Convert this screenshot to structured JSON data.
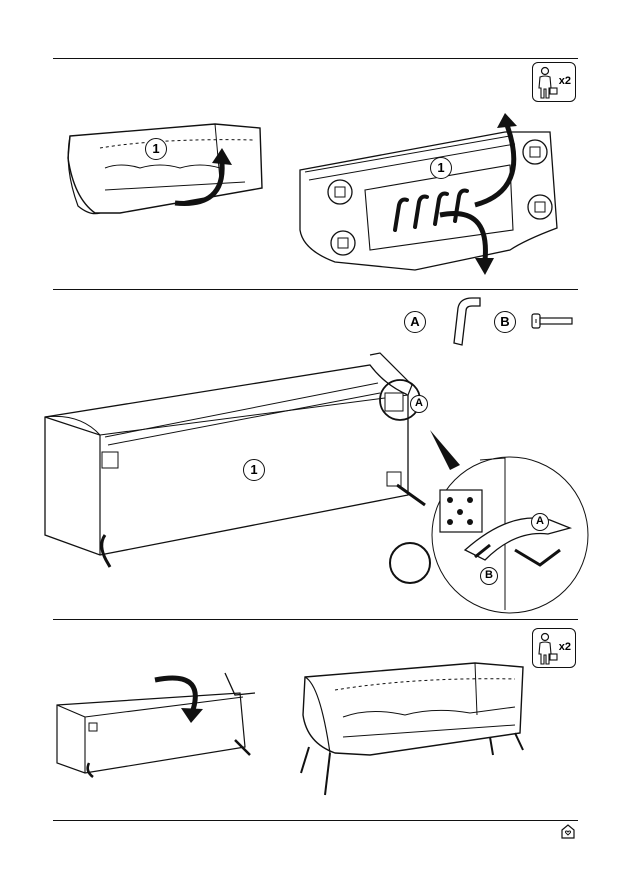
{
  "steps": [
    {
      "persons_count": "x2",
      "part_label": "1"
    },
    {
      "part_label": "1",
      "hardware": [
        {
          "letter": "A",
          "name": "hex key"
        },
        {
          "letter": "B",
          "name": "bolt"
        }
      ],
      "detail_labels": [
        "A",
        "B"
      ]
    },
    {
      "persons_count": "x2"
    }
  ],
  "icons": {
    "two_person": "person-with-toolbox-icon",
    "footer_logo": "house-heart-icon"
  }
}
